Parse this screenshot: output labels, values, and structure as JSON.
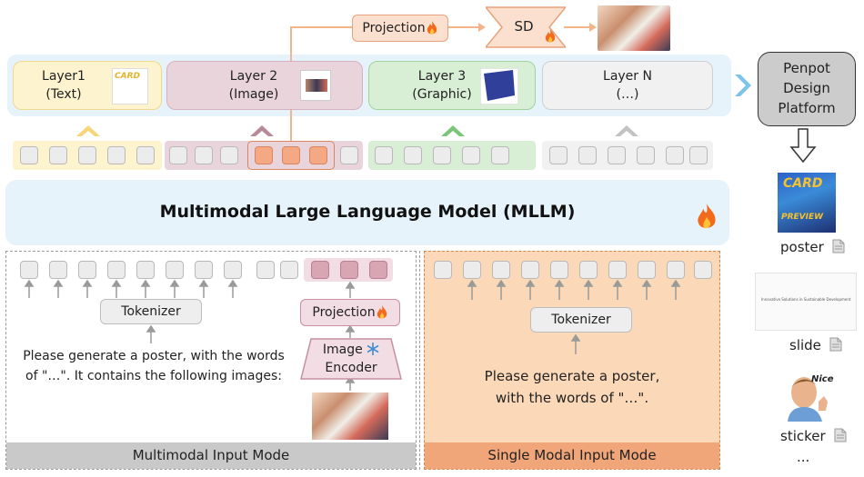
{
  "top": {
    "projection_label": "Projection",
    "sd_label": "SD"
  },
  "layers": [
    {
      "title": "Layer1",
      "sub": "(Text)",
      "thumb": "CARD"
    },
    {
      "title": "Layer 2",
      "sub": "(Image)"
    },
    {
      "title": "Layer 3",
      "sub": "(Graphic)"
    },
    {
      "title": "Layer N",
      "sub": "(…)"
    }
  ],
  "mllm_label": "Multimodal Large Language Model (MLLM)",
  "multimodal": {
    "tokenizer": "Tokenizer",
    "projection": "Projection",
    "encoder_line1": "Image",
    "encoder_line2": "Encoder",
    "prompt_line1": "Please generate a poster, with the words",
    "prompt_line2": "of \"…\". It contains the following images:",
    "footer": "Multimodal Input Mode"
  },
  "single": {
    "tokenizer": "Tokenizer",
    "prompt_line1": "Please generate a poster,",
    "prompt_line2": "with the words of \"…\".",
    "footer": "Single Modal Input Mode"
  },
  "penpot": {
    "line1": "Penpot",
    "line2": "Design",
    "line3": "Platform"
  },
  "outputs": {
    "poster_label": "poster",
    "poster_thumb_top": "CARD",
    "poster_thumb_bottom": "PREVIEW",
    "slide_label": "slide",
    "slide_title": "Innovative Solutions in Sustainable Development",
    "sticker_label": "sticker",
    "sticker_text": "Nice",
    "more": "..."
  },
  "colors": {
    "yellow_layer": "#fdf3cf",
    "pink_layer": "#ead4db",
    "green_layer": "#d8efd6",
    "gray_layer": "#f1f1f1",
    "blue_band": "#e8f4fa",
    "orange_panel": "#fbd9b8",
    "flame": "#f26b1d"
  }
}
